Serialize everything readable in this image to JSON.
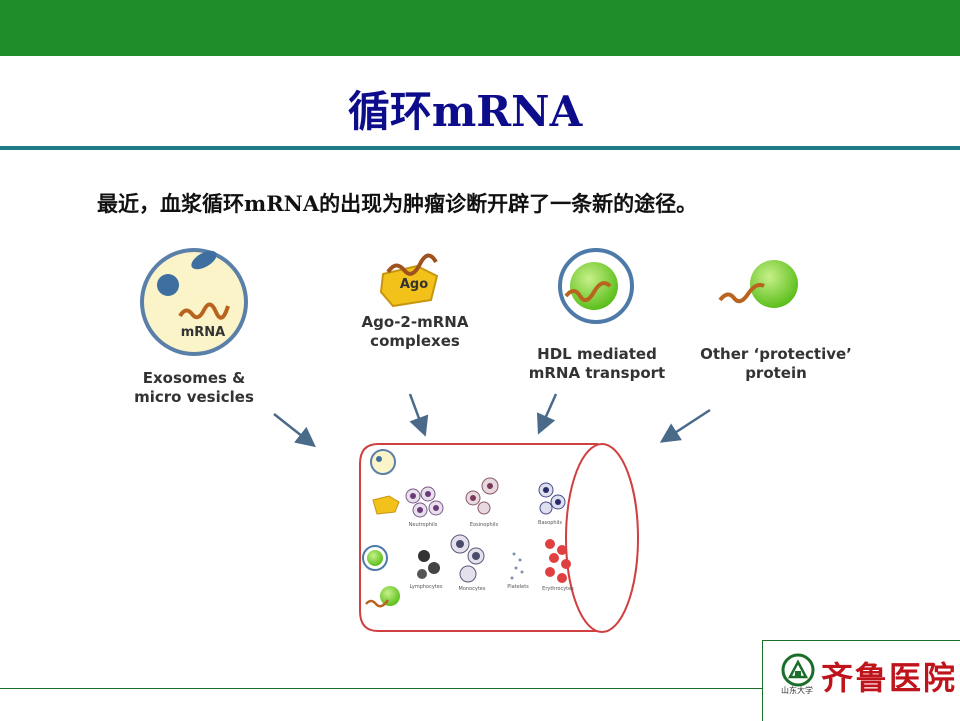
{
  "slide": {
    "title": "循环mRNA",
    "subtitle": "最近，血浆循环mRNA的出现为肿瘤诊断开辟了一条新的途径。"
  },
  "figure": {
    "exosome_inner_label": "mRNA",
    "exosome_label_line1": "Exosomes &",
    "exosome_label_line2": "micro vesicles",
    "ago_badge": "Ago",
    "ago_label_line1": "Ago-2-mRNA",
    "ago_label_line2": "complexes",
    "hdl_label_line1": "HDL mediated",
    "hdl_label_line2": "mRNA transport",
    "other_label_line1": "Other ‘protective’",
    "other_label_line2": "protein",
    "cell_labels": [
      "Neutrophils",
      "Eosinophils",
      "Basophils",
      "Lymphocytes",
      "Monocytes",
      "Platelets",
      "Erythrocytes"
    ]
  },
  "logo": {
    "name": "齐鲁医院",
    "university": "山东大学"
  },
  "colors": {
    "top_bar": "#1f8c2a",
    "title": "#0d0d8c",
    "rule": "#1e7a86",
    "vessel": "#d04040",
    "logo_text": "#c0141c"
  }
}
